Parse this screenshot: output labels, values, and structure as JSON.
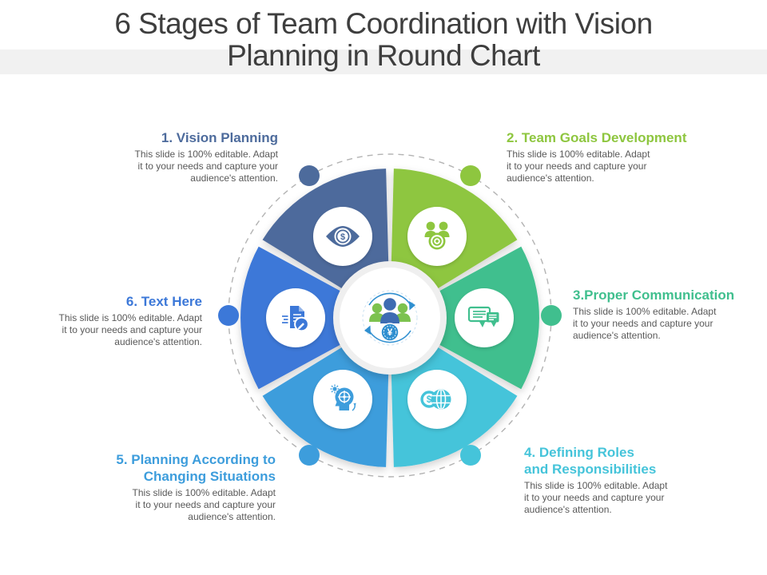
{
  "title": {
    "line1": "6 Stages of Team Coordination with Vision",
    "line2": "Planning in Round Chart"
  },
  "stages": [
    {
      "label": "1. Vision Planning",
      "description": "This slide is 100% editable. Adapt\nit to your needs and capture your\naudience's attention.",
      "color": "#4d6b9c",
      "icon": "eye-dollar-icon"
    },
    {
      "label": "2. Team Goals Development",
      "description": "This slide is 100% editable. Adapt\nit to your needs and capture your\naudience's attention.",
      "color": "#8ec63f",
      "icon": "team-target-icon"
    },
    {
      "label": "3.Proper Communication",
      "description": "This slide is 100% editable. Adapt\nit to your needs and capture your\naudience's attention.",
      "color": "#40bf8e",
      "icon": "chat-bubbles-icon"
    },
    {
      "label": "4. Defining Roles\nand Responsibilities",
      "description": "This slide is 100% editable. Adapt\nit to your needs and capture your\naudience's attention.",
      "color": "#45c4da",
      "icon": "globe-dollar-icon"
    },
    {
      "label": "5. Planning According to\nChanging Situations",
      "description": "This slide is 100% editable. Adapt\nit to your needs and capture your\naudience's attention.",
      "color": "#3d9ddc",
      "icon": "head-target-icon"
    },
    {
      "label": "6. Text Here",
      "description": "This slide is 100% editable. Adapt\nit to your needs and capture your\naudience's attention.",
      "color": "#3c78d8",
      "icon": "document-edit-icon"
    }
  ],
  "glyphs": {
    "dollar": "$",
    "yen": "¥"
  },
  "center_icon": {
    "name": "team-sync-center-icon",
    "person_primary": "#3d6cb2",
    "person_secondary": "#7cc24f",
    "accent": "#2f8fd0"
  },
  "ring": {
    "dash_color": "#b3b3b3"
  }
}
